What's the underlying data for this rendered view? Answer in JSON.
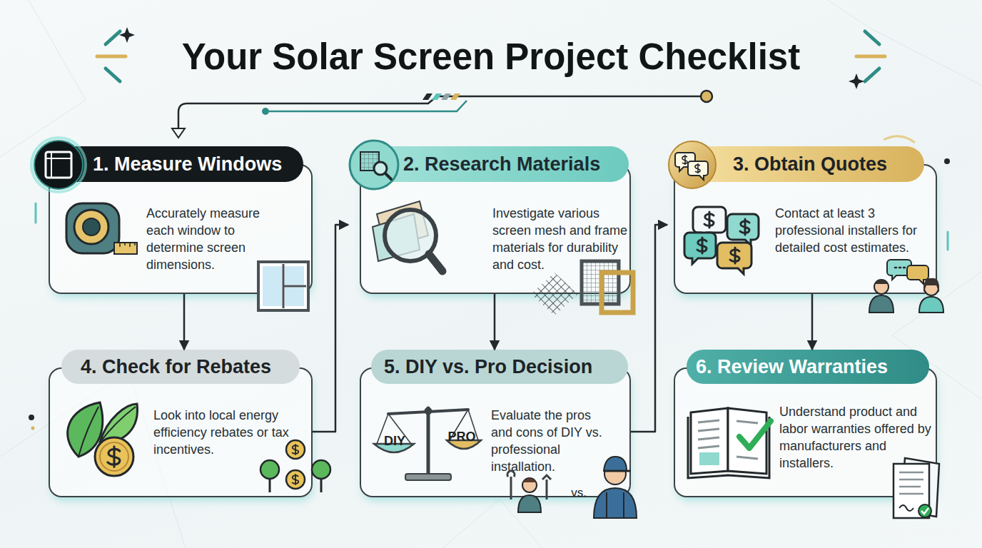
{
  "diagram": {
    "title": "Your Solar Screen Project Checklist",
    "nodes": [
      {
        "text": [
          "1. Measure Windows",
          "Accurately measure each window to determine screen dimensions."
        ]
      },
      {
        "text": [
          "2. Research Materials",
          "Investigate various screen mesh and frame materials for durability and cost."
        ]
      },
      {
        "text": [
          "3. Obtain Quotes",
          "Contact at least 3 professional installers for detailed cost estimates."
        ]
      },
      {
        "text": [
          "4. Check for Rebates",
          "Look into local energy efficiency rebates or tax incentives."
        ]
      },
      {
        "text": [
          "5. DIY vs. Pro Decision",
          "Evaluate the pros and cons of DIY vs. professional installation."
        ]
      },
      {
        "text": [
          "6. Review Warranties",
          "Understand product and labor warranties offered by manufacturers and installers."
        ]
      }
    ],
    "edges": [
      {
        "from": 0,
        "to": 3,
        "arrow": "to"
      },
      {
        "from": 3,
        "to": 1,
        "arrow": "to"
      },
      {
        "from": 1,
        "to": 4,
        "arrow": "to"
      },
      {
        "from": 4,
        "to": 2,
        "arrow": "to"
      },
      {
        "from": 2,
        "to": 5,
        "arrow": "to"
      }
    ],
    "labels": [
      "DIY",
      "PRO",
      "vs."
    ]
  }
}
